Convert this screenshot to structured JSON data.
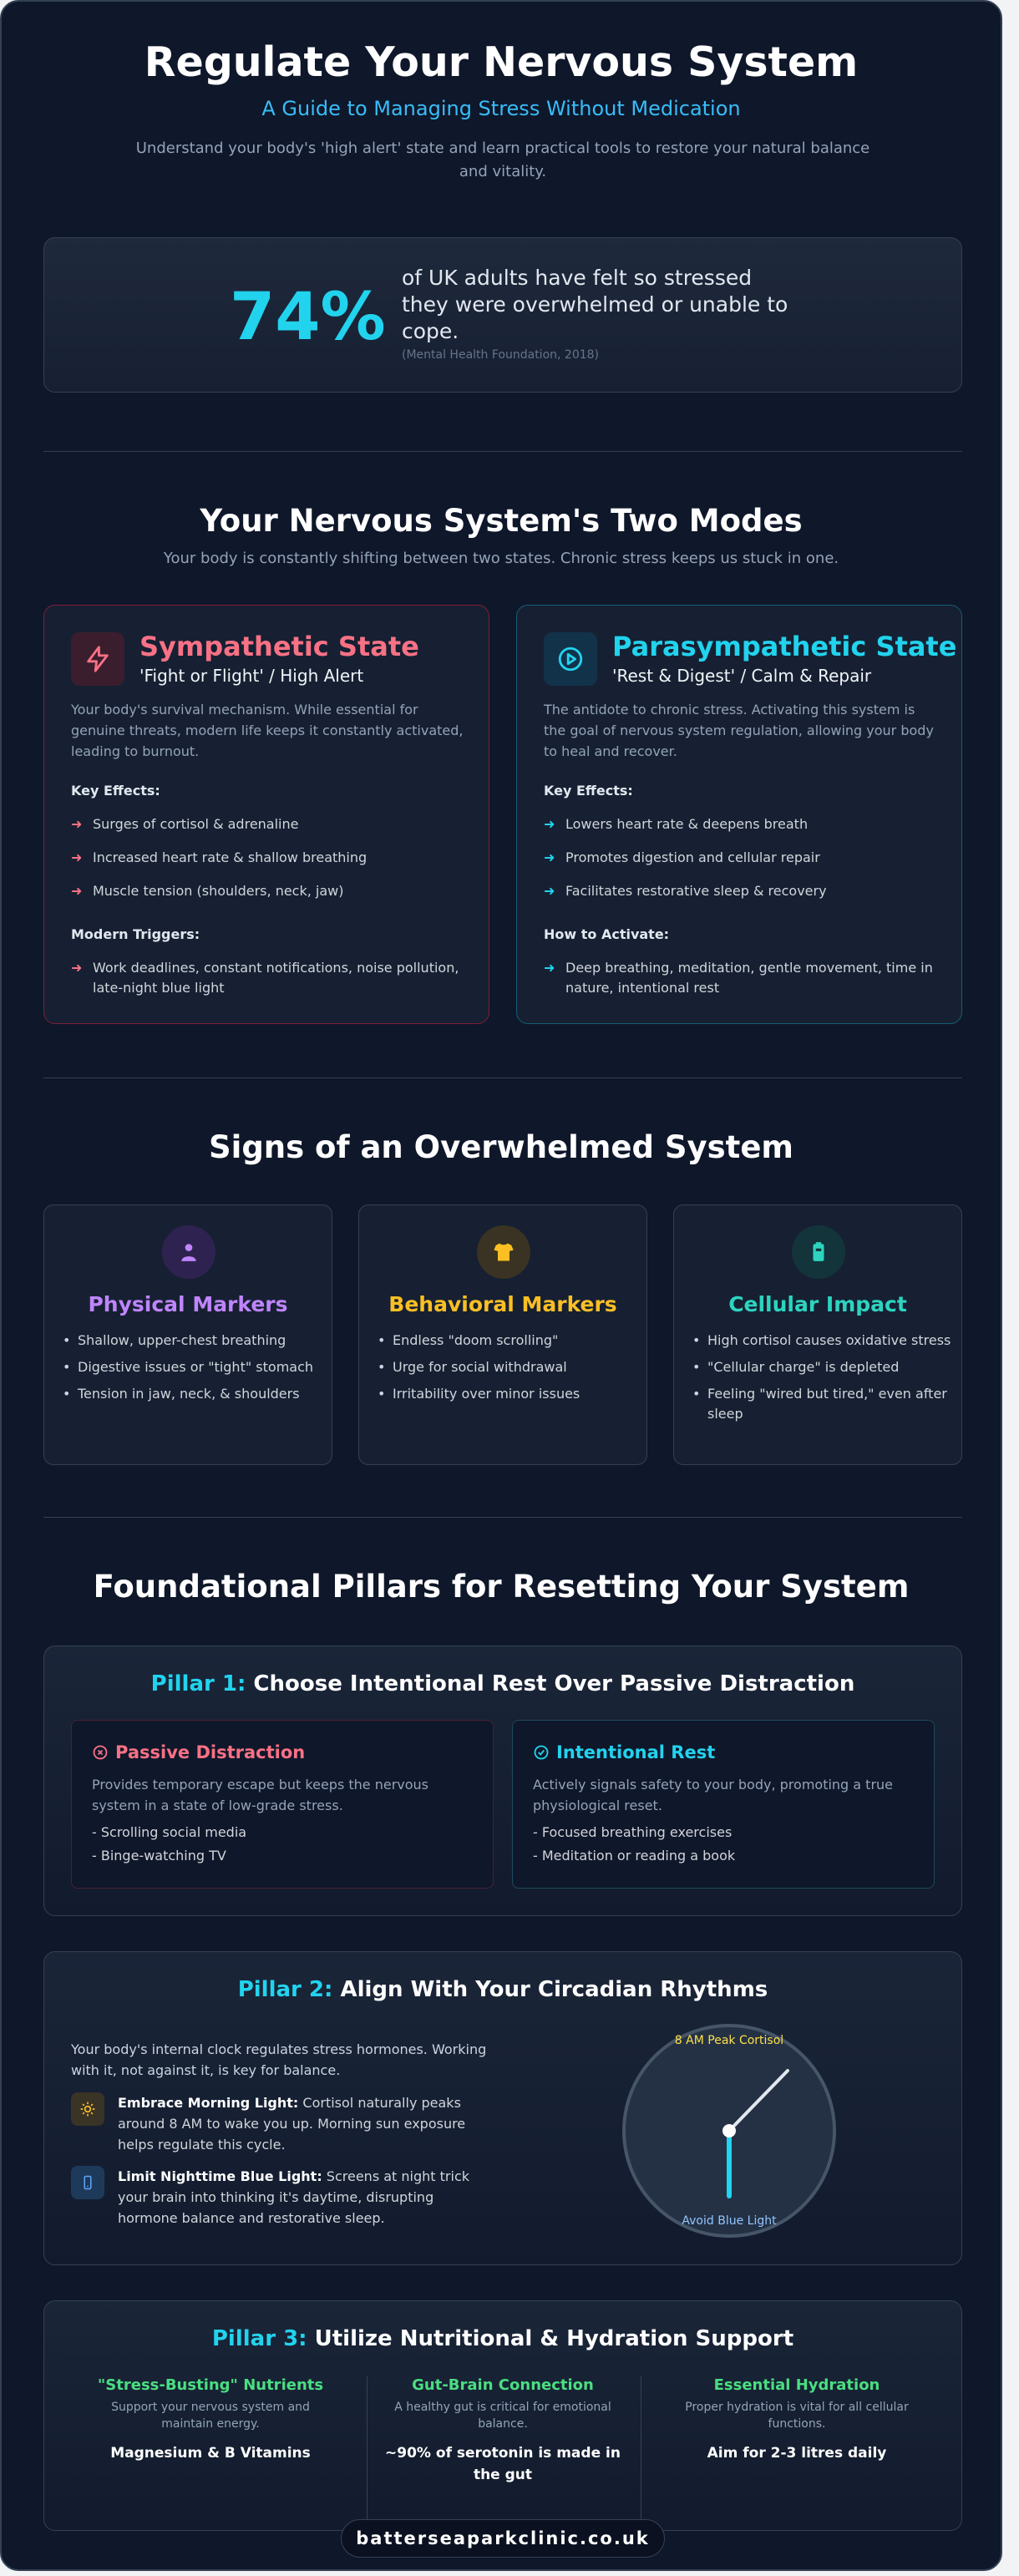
{
  "header": {
    "title": "Regulate Your Nervous System",
    "subtitle": "A Guide to Managing Stress Without Medication",
    "intro": "Understand your body's 'high alert' state and learn practical tools to restore your natural balance and vitality."
  },
  "stat": {
    "value": "74%",
    "text": "of UK adults have felt so stressed they were overwhelmed or unable to cope.",
    "source": "(Mental Health Foundation, 2018)"
  },
  "modes": {
    "title": "Your Nervous System's Two Modes",
    "subtitle": "Your body is constantly shifting between two states. Chronic stress keeps us stuck in one.",
    "sympathetic": {
      "title": "Sympathetic State",
      "tag": "'Fight or Flight' / High Alert",
      "desc": "Your body's survival mechanism. While essential for genuine threats, modern life keeps it constantly activated, leading to burnout.",
      "effects_label": "Key Effects:",
      "effects": [
        "Surges of cortisol & adrenaline",
        "Increased heart rate & shallow breathing",
        "Muscle tension (shoulders, neck, jaw)"
      ],
      "triggers_label": "Modern Triggers:",
      "triggers": [
        "Work deadlines, constant notifications, noise pollution, late-night blue light"
      ]
    },
    "parasympathetic": {
      "title": "Parasympathetic State",
      "tag": "'Rest & Digest' / Calm & Repair",
      "desc": "The antidote to chronic stress. Activating this system is the goal of nervous system regulation, allowing your body to heal and recover.",
      "effects_label": "Key Effects:",
      "effects": [
        "Lowers heart rate & deepens breath",
        "Promotes digestion and cellular repair",
        "Facilitates restorative sleep & recovery"
      ],
      "activate_label": "How to Activate:",
      "activate": [
        "Deep breathing, meditation, gentle movement, time in nature, intentional rest"
      ]
    }
  },
  "signs": {
    "title": "Signs of an Overwhelmed System",
    "cards": [
      {
        "title": "Physical Markers",
        "color": "#c084fc",
        "icon": "person-icon",
        "items": [
          "Shallow, upper-chest breathing",
          "Digestive issues or \"tight\" stomach",
          "Tension in jaw, neck, & shoulders"
        ]
      },
      {
        "title": "Behavioral Markers",
        "color": "#fbbf24",
        "icon": "shirt-icon",
        "items": [
          "Endless \"doom scrolling\"",
          "Urge for social withdrawal",
          "Irritability over minor issues"
        ]
      },
      {
        "title": "Cellular Impact",
        "color": "#2dd4bf",
        "icon": "battery-icon",
        "items": [
          "High cortisol causes oxidative stress",
          "\"Cellular charge\" is depleted",
          "Feeling \"wired but tired,\" even after sleep"
        ]
      }
    ]
  },
  "pillars": {
    "title": "Foundational Pillars for Resetting Your System",
    "p1": {
      "num": "Pillar 1:",
      "title": "Choose Intentional Rest Over Passive Distraction",
      "passive": {
        "title": "Passive Distraction",
        "desc": "Provides temporary escape but keeps the nervous system in a state of low-grade stress.",
        "items": [
          "- Scrolling social media",
          "- Binge-watching TV"
        ]
      },
      "intentional": {
        "title": "Intentional Rest",
        "desc": "Actively signals safety to your body, promoting a true physiological reset.",
        "items": [
          "- Focused breathing exercises",
          "- Meditation or reading a book"
        ]
      }
    },
    "p2": {
      "num": "Pillar 2:",
      "title": "Align With Your Circadian Rhythms",
      "intro": "Your body's internal clock regulates stress hormones. Working with it, not against it, is key for balance.",
      "morning_bold": "Embrace Morning Light:",
      "morning_text": " Cortisol naturally peaks around 8 AM to wake you up. Morning sun exposure helps regulate this cycle.",
      "night_bold": "Limit Nighttime Blue Light:",
      "night_text": " Screens at night trick your brain into thinking it's daytime, disrupting hormone balance and restorative sleep.",
      "clock_top": "8 AM Peak Cortisol",
      "clock_bottom": "Avoid Blue Light"
    },
    "p3": {
      "num": "Pillar 3:",
      "title": "Utilize Nutritional & Hydration Support",
      "cols": [
        {
          "title": "\"Stress-Busting\" Nutrients",
          "desc": "Support your nervous system and maintain energy.",
          "value": "Magnesium & B Vitamins"
        },
        {
          "title": "Gut-Brain Connection",
          "desc": "A healthy gut is critical for emotional balance.",
          "value": "~90% of serotonin is made in the gut"
        },
        {
          "title": "Essential Hydration",
          "desc": "Proper hydration is vital for all cellular functions.",
          "value": "Aim for 2-3 litres daily"
        }
      ]
    }
  },
  "footer": {
    "site": "batterseaparkclinic.co.uk"
  },
  "colors": {
    "accent": "#22d3ee",
    "alert": "#f87185",
    "background": "#0f172a"
  }
}
